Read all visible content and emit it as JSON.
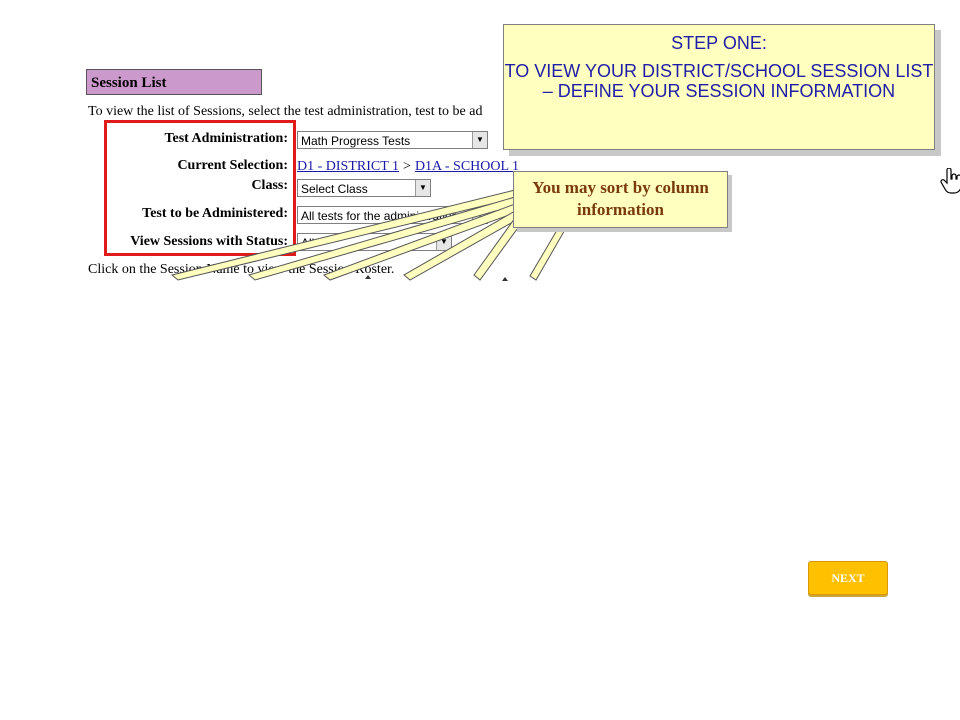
{
  "session_list": {
    "title": "Session List",
    "intro": "To view the list of Sessions, select the test administration, test to be ad",
    "footer": "Click on the Session Name to view the Session Roster."
  },
  "form": {
    "test_administration": {
      "label": "Test Administration:",
      "value": "Math Progress Tests"
    },
    "current_selection": {
      "label": "Current Selection:",
      "district": "D1 - DISTRICT 1",
      "separator": ">",
      "school": "D1A - SCHOOL 1"
    },
    "class": {
      "label": "Class:",
      "value": "Select Class"
    },
    "test_to_be_administered": {
      "label": "Test to be Administered:",
      "value": "All tests for the administration"
    },
    "view_sessions_status": {
      "label": "View Sessions with Status:",
      "value": "All"
    }
  },
  "callouts": {
    "step_title": "STEP ONE:",
    "step_body": "TO VIEW YOUR DISTRICT/SCHOOL SESSION LIST – DEFINE YOUR SESSION INFORMATION",
    "sort_note": "You may sort by column information"
  },
  "navigation": {
    "next_label": "NEXT"
  },
  "colors": {
    "callout_bg": "#ffffc0",
    "highlight_border": "#e01b1b",
    "header_bg": "#cc99cc",
    "next_bg": "#ffc000",
    "link": "#1a1aa8"
  },
  "icons": {
    "dropdown": "chevron-down-icon",
    "cursor": "hand-cursor-icon"
  }
}
